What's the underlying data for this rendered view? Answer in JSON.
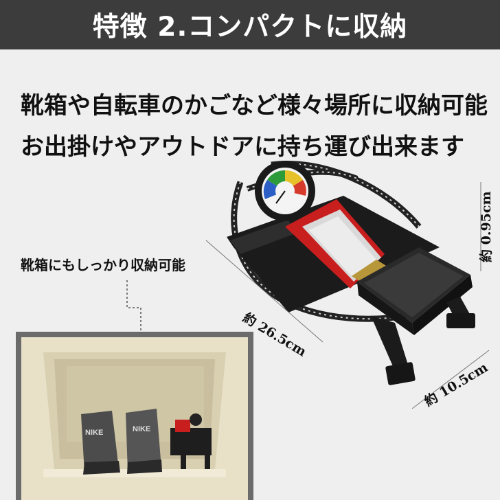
{
  "header": {
    "title": "特徴 2.コンパクトに収納"
  },
  "description": {
    "line1": "靴箱や自転車のかごなど様々場所に収納可能",
    "line2": "お出掛けやアウトドアに持ち運び出来ます"
  },
  "shoebox": {
    "callout": "靴箱にもしっかり収納可能",
    "shoe_brand": "NIKE"
  },
  "dimensions": {
    "length": "約 26.5cm",
    "width": "約 10.5cm",
    "height": "約 0.95cm"
  },
  "colors": {
    "header_bg": "#3c3c3c",
    "page_bg": "#efefef",
    "pump_body": "#1b1b1b",
    "pump_cylinder": "#d32222"
  }
}
